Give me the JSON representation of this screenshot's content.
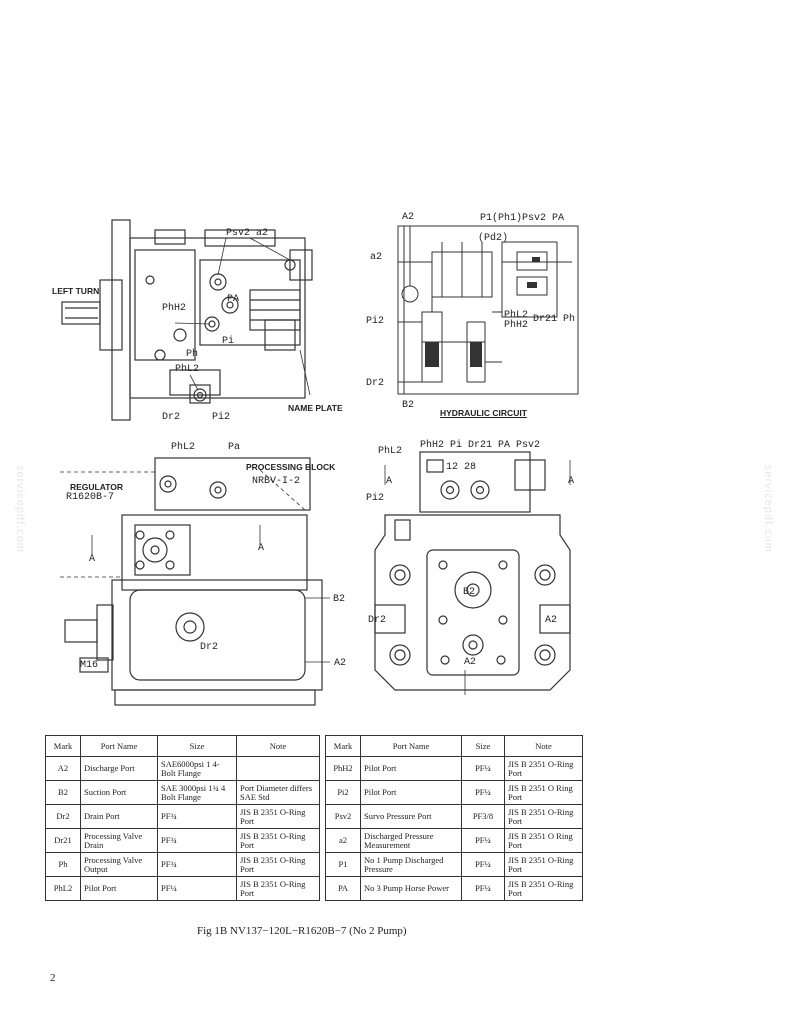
{
  "watermark": "servicepdf.com",
  "figure_labels": {
    "top_left": {
      "left_turn": "LEFT TURN",
      "psv2_a2": "Psv2 a2",
      "pa": "PA",
      "phh2": "PhH2",
      "pi": "Pi",
      "ph": "Ph",
      "phl2": "PhL2",
      "dr2": "Dr2",
      "pi2": "Pi2",
      "name_plate": "NAME PLATE"
    },
    "hydraulic": {
      "a2": "A2",
      "a2_small": "a2",
      "pi2": "Pi2",
      "dr2": "Dr2",
      "b2": "B2",
      "p1_top": "P1(Ph1)Psv2 PA",
      "pd2": "(Pd2)",
      "phl2": "PhL2",
      "phh2": "PhH2",
      "dr21_ph": "Dr21 Ph",
      "title": "HYDRAULIC CIRCUIT"
    },
    "bottom_left": {
      "phl2": "PhL2",
      "pa": "Pa",
      "processing_block": "PROCESSING BLOCK",
      "nrbv": "NRBV-I-2",
      "regulator": "REGULATOR",
      "r1620b": "R1620B-7",
      "a_upper": "A",
      "a_lower": "A",
      "b2": "B2",
      "dr2": "Dr2",
      "m16": "M16",
      "a2": "A2"
    },
    "bottom_right": {
      "phl2": "PhL2",
      "top_row": "PhH2 Pi Dr21 PA Psv2",
      "nums": "12 28",
      "pi2": "Pi2",
      "b2": "B2",
      "dr2": "Dr2",
      "a2_right": "A2",
      "a2_bottom": "A2",
      "a_left": "A",
      "a_right": "A"
    }
  },
  "table_left": {
    "headers": [
      "Mark",
      "Port Name",
      "Size",
      "Note"
    ],
    "rows": [
      [
        "A2",
        "Discharge Port",
        "SAE6000psi 1 4-Bolt Flange",
        ""
      ],
      [
        "B2",
        "Suction Port",
        "SAE 3000psi 1¾ 4 Bolt Flange",
        "Port Diameter differs SAE Std"
      ],
      [
        "Dr2",
        "Drain Port",
        "PF¾",
        "JIS B 2351 O-Ring Port"
      ],
      [
        "Dr21",
        "Processing Valve Drain",
        "PF¾",
        "JIS B 2351 O-Ring Port"
      ],
      [
        "Ph",
        "Processing Valve Output",
        "PF¾",
        "JIS B 2351 O-Ring Port"
      ],
      [
        "PhL2",
        "Pilot Port",
        "PF¼",
        "JIS B 2351 O-Ring Port"
      ]
    ]
  },
  "table_right": {
    "headers": [
      "Mark",
      "Port Name",
      "Size",
      "Note"
    ],
    "rows": [
      [
        "PhH2",
        "Pilot Port",
        "PF¼",
        "JIS B 2351 O-Ring Port"
      ],
      [
        "Pi2",
        "Pilot Port",
        "PF¼",
        "JIS B 2351 O Ring Port"
      ],
      [
        "Psv2",
        "Survo Pressure Port",
        "PF3/8",
        "JIS B 2351 O-Ring Port"
      ],
      [
        "a2",
        "Discharged Pressure Measurement",
        "PF¼",
        "JIS B 2351 O Ring Port"
      ],
      [
        "P1",
        "No 1 Pump Discharged Pressure",
        "PF¼",
        "JIS B 2351 O-Ring Port"
      ],
      [
        "PA",
        "No 3 Pump Horse Power",
        "PF¼",
        "JIS B 2351 O-Ring Port"
      ]
    ]
  },
  "caption": "Fig 1B  NV137−120L−R1620B−7 (No 2 Pump)",
  "page_number": "2"
}
